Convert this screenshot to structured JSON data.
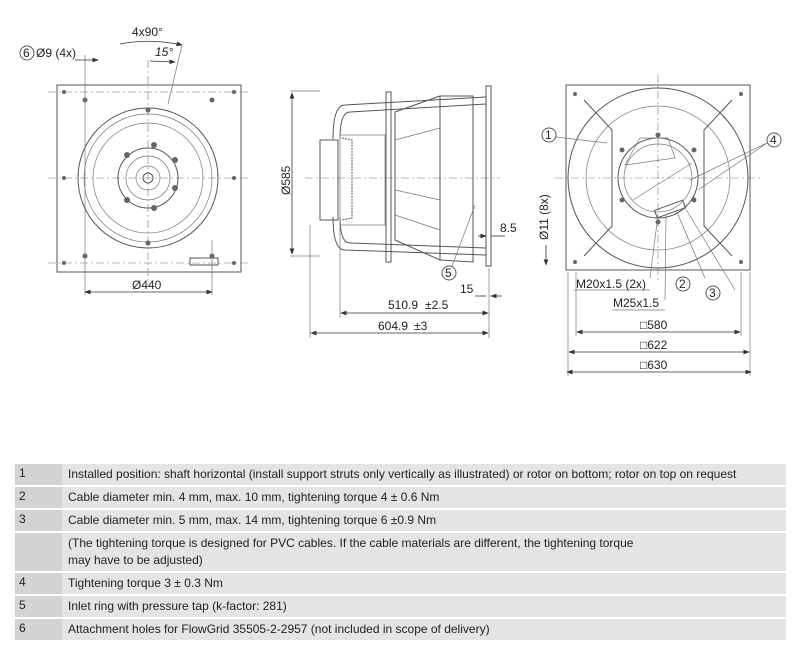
{
  "front_view": {
    "callout_6": "6",
    "hole_label": "Ø9 (4x)",
    "angle_label": "4x90°",
    "angle_offset": "15°",
    "diameter_label": "Ø440"
  },
  "side_view": {
    "diameter_label": "Ø585",
    "flange_label": "8.5",
    "callout_5": "5",
    "offset_label": "15",
    "length_inner": "510.9",
    "length_inner_tol": "±2.5",
    "length_total": "604.9",
    "length_total_tol": "±3"
  },
  "rear_view": {
    "callout_1": "1",
    "callout_4": "4",
    "callout_2": "2",
    "callout_3": "3",
    "hole_label": "Ø11 (8x)",
    "gland_1": "M20x1.5 (2x)",
    "gland_2": "M25x1.5",
    "square_1": "□580",
    "square_2": "□622",
    "square_3": "□630"
  },
  "legend": [
    {
      "num": "1",
      "text": "Installed position: shaft horizontal (install support struts only vertically as illustrated) or rotor on bottom; rotor on top on request"
    },
    {
      "num": "2",
      "text": "Cable diameter min. 4 mm, max. 10 mm, tightening torque 4 ± 0.6 Nm"
    },
    {
      "num": "3",
      "text": "Cable diameter min. 5 mm, max. 14 mm, tightening torque 6 ±0.9 Nm"
    },
    {
      "num": "",
      "text": "(The tightening torque is designed for PVC cables. If the cable materials are different, the tightening torque may have to be adjusted)"
    },
    {
      "num": "4",
      "text": "Tightening torque 3 ± 0.3 Nm"
    },
    {
      "num": "5",
      "text": "Inlet ring with pressure tap (k-factor: 281)"
    },
    {
      "num": "6",
      "text": "Attachment holes for FlowGrid 35505-2-2957 (not included in scope of delivery)"
    }
  ]
}
